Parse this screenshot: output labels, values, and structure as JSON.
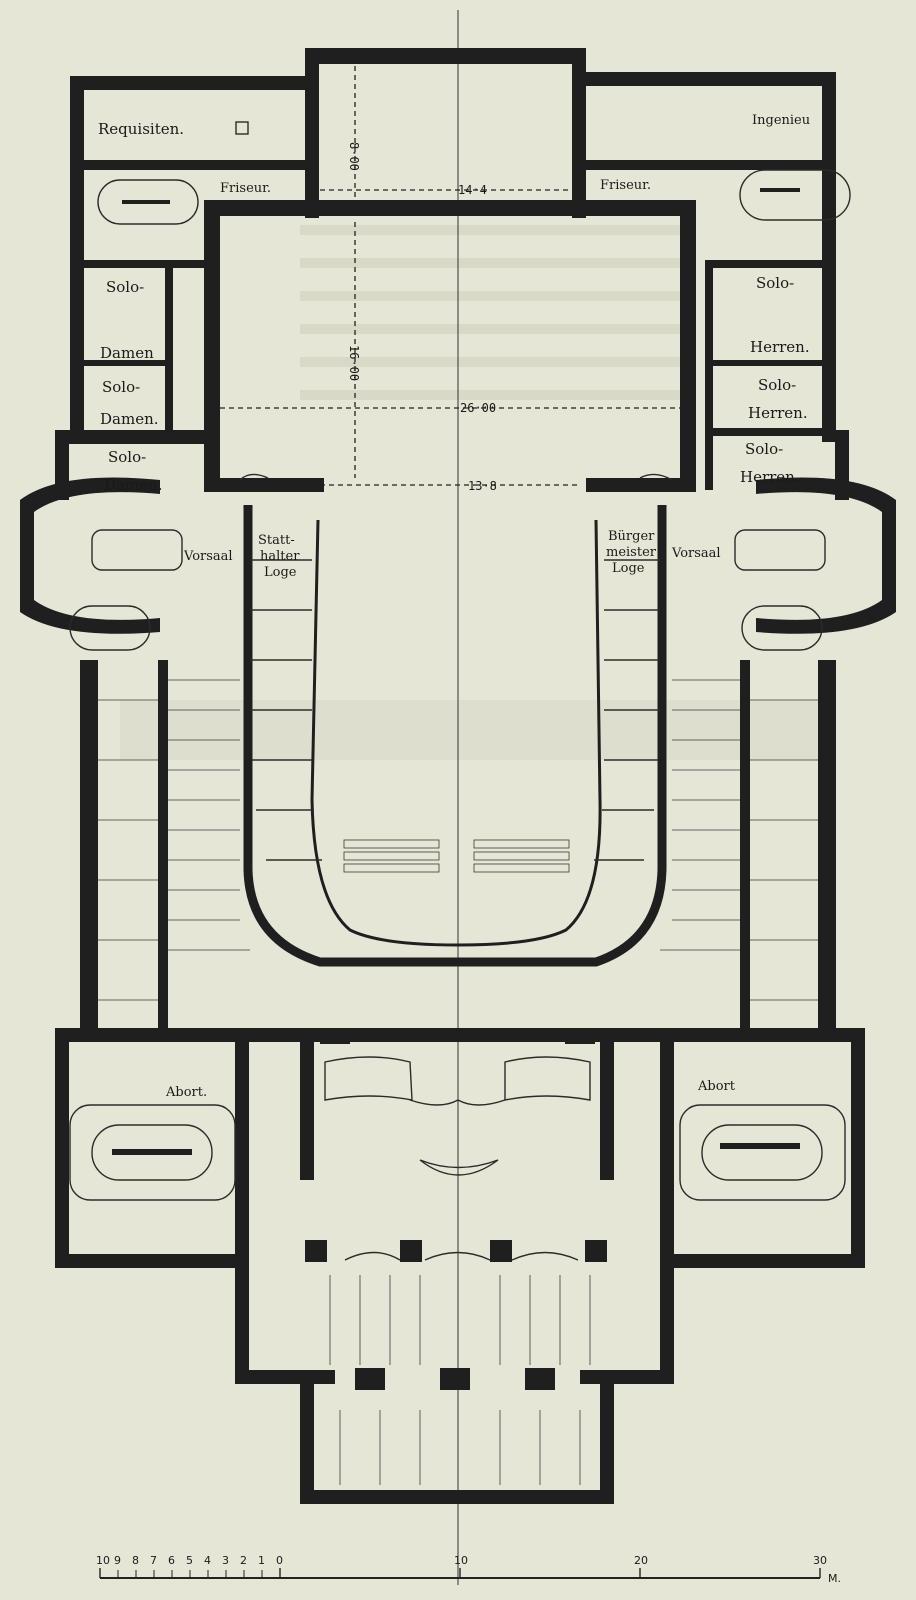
{
  "rooms": {
    "requisiten": "Requisiten.",
    "ingenieur": "Ingenieu",
    "friseur_left": "Friseur.",
    "friseur_right": "Friseur.",
    "solo_damen_1a": "Solo-",
    "solo_damen_1b": "Damen",
    "solo_damen_2a": "Solo-",
    "solo_damen_2b": "Damen.",
    "solo_damen_3a": "Solo-",
    "solo_damen_3b": "Damen.",
    "solo_herren_1a": "Solo-",
    "solo_herren_1b": "Herren.",
    "solo_herren_2a": "Solo-",
    "solo_herren_2b": "Herren.",
    "solo_herren_3a": "Solo-",
    "solo_herren_3b": "Herren.",
    "vorsaal_left": "Vorsaal",
    "vorsaal_right": "Vorsaal",
    "statthalter_1": "Statt-",
    "statthalter_2": "halter",
    "statthalter_3": "Loge",
    "buergermeister_1": "Bürger",
    "buergermeister_2": "meister",
    "buergermeister_3": "Loge",
    "abort_left": "Abort.",
    "abort_right": "Abort"
  },
  "dimensions": {
    "d_800": "8·00",
    "d_144": "14·4",
    "d_1600": "16·00",
    "d_2600": "26·00",
    "d_138": "13·8"
  },
  "scale_bar": {
    "ticks_small": [
      "10",
      "9",
      "8",
      "7",
      "6",
      "5",
      "4",
      "3",
      "2",
      "1",
      "0"
    ],
    "t10": "10",
    "t20": "20",
    "t30": "30",
    "unit": "M."
  }
}
